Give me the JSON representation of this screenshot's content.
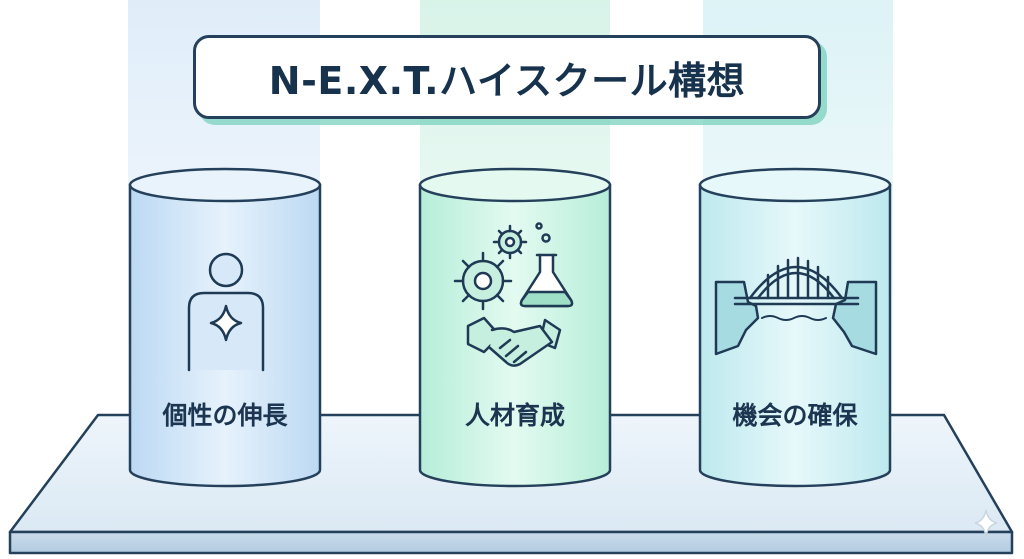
{
  "title": "N-E.X.T.ハイスクール構想",
  "pillars": [
    {
      "label": "個性の伸長",
      "icon": "person-sparkle-icon"
    },
    {
      "label": "人材育成",
      "icon": "gears-flask-handshake-icon"
    },
    {
      "label": "機会の確保",
      "icon": "bridge-icon"
    }
  ],
  "colors": {
    "outline": "#24405a",
    "pillar_1": "#cfe6f9",
    "pillar_2": "#cbf3e4",
    "pillar_3": "#d0f1f3",
    "accent_shadow": "#7ad2be"
  }
}
